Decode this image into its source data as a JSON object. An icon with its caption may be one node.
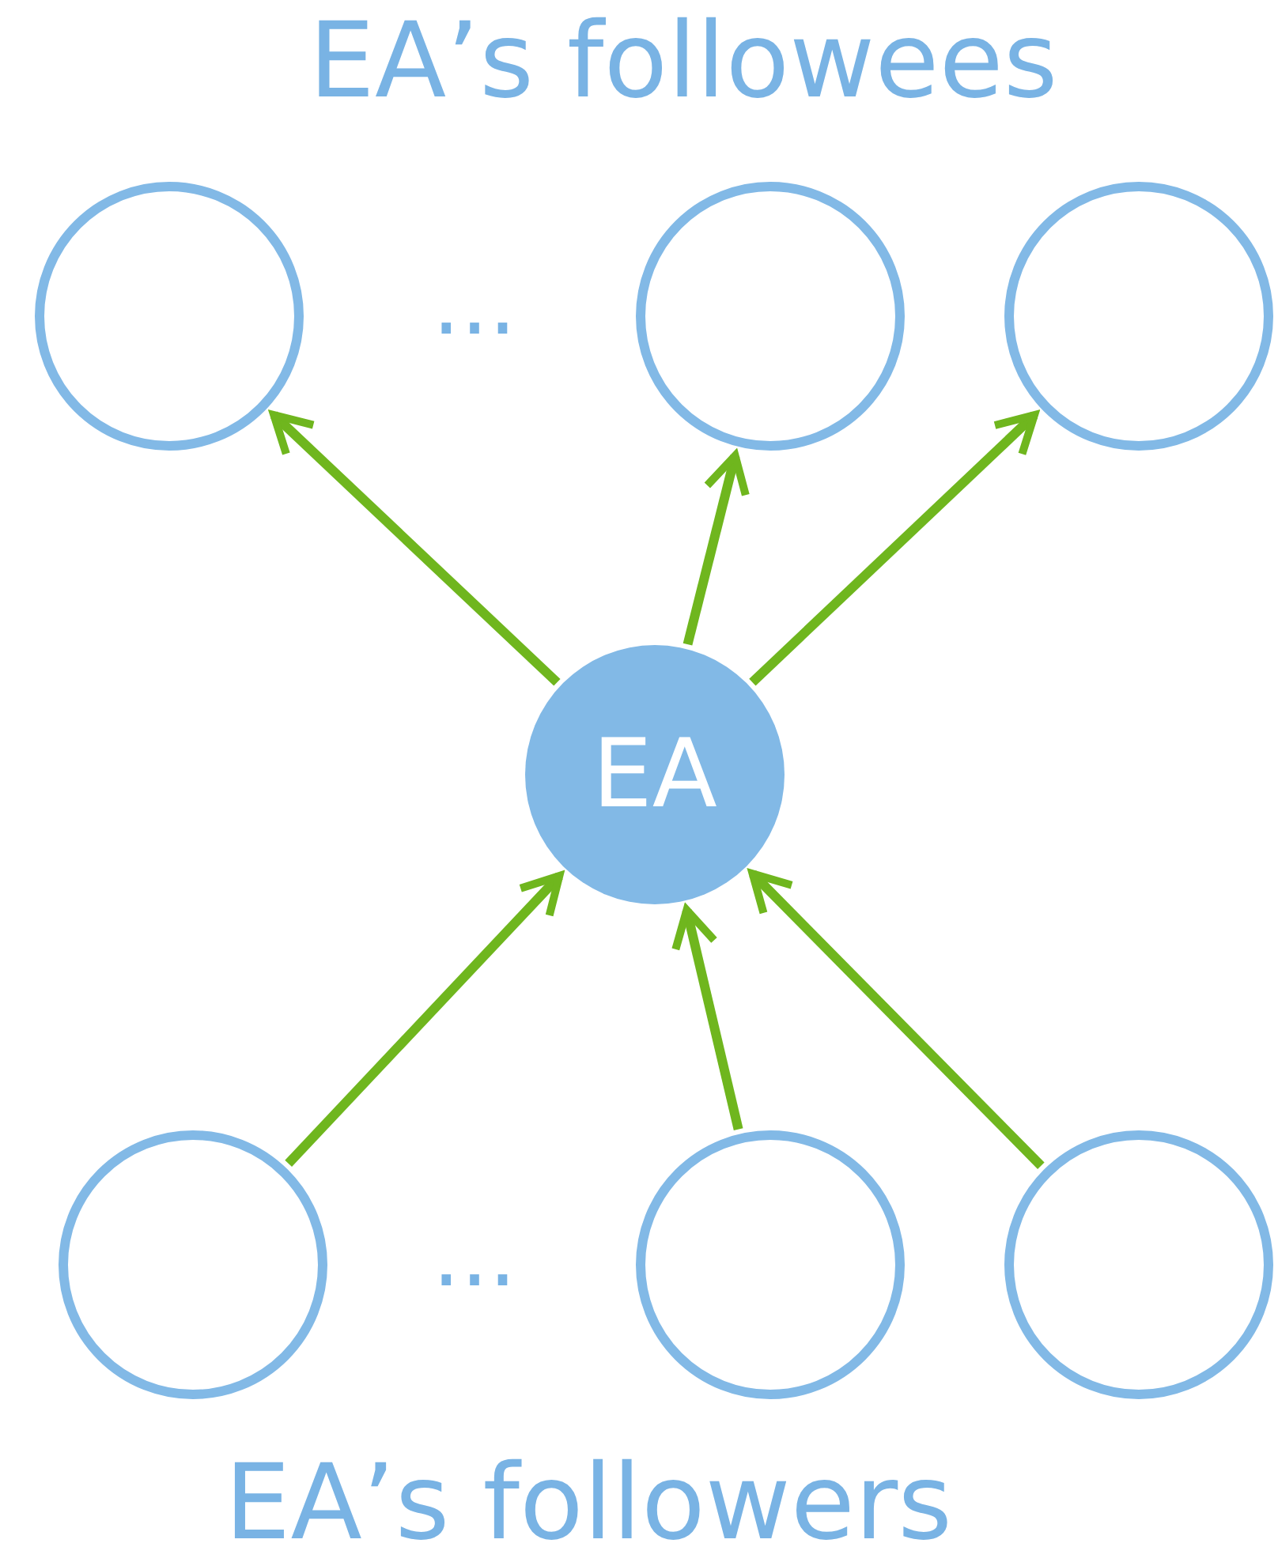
{
  "diagram": {
    "nodes": [
      {
        "text": [],
        "shape": "circle"
      },
      {
        "text": [],
        "shape": "circle"
      },
      {
        "text": [],
        "shape": "circle"
      },
      {
        "text": [
          "EA"
        ]
      },
      {
        "text": [],
        "shape": "circle"
      },
      {
        "text": [],
        "shape": "circle"
      },
      {
        "text": [],
        "shape": "circle"
      }
    ],
    "edges": [
      {
        "from": 3,
        "to": 0,
        "arrow": "to"
      },
      {
        "from": 3,
        "to": 1,
        "arrow": "to"
      },
      {
        "from": 3,
        "to": 2,
        "arrow": "to"
      },
      {
        "from": 4,
        "to": 3,
        "arrow": "to"
      },
      {
        "from": 5,
        "to": 3,
        "arrow": "to"
      },
      {
        "from": 6,
        "to": 3,
        "arrow": "to"
      }
    ],
    "labels": [
      "EA’s followees",
      "...",
      "...",
      "EA’s followers"
    ]
  }
}
